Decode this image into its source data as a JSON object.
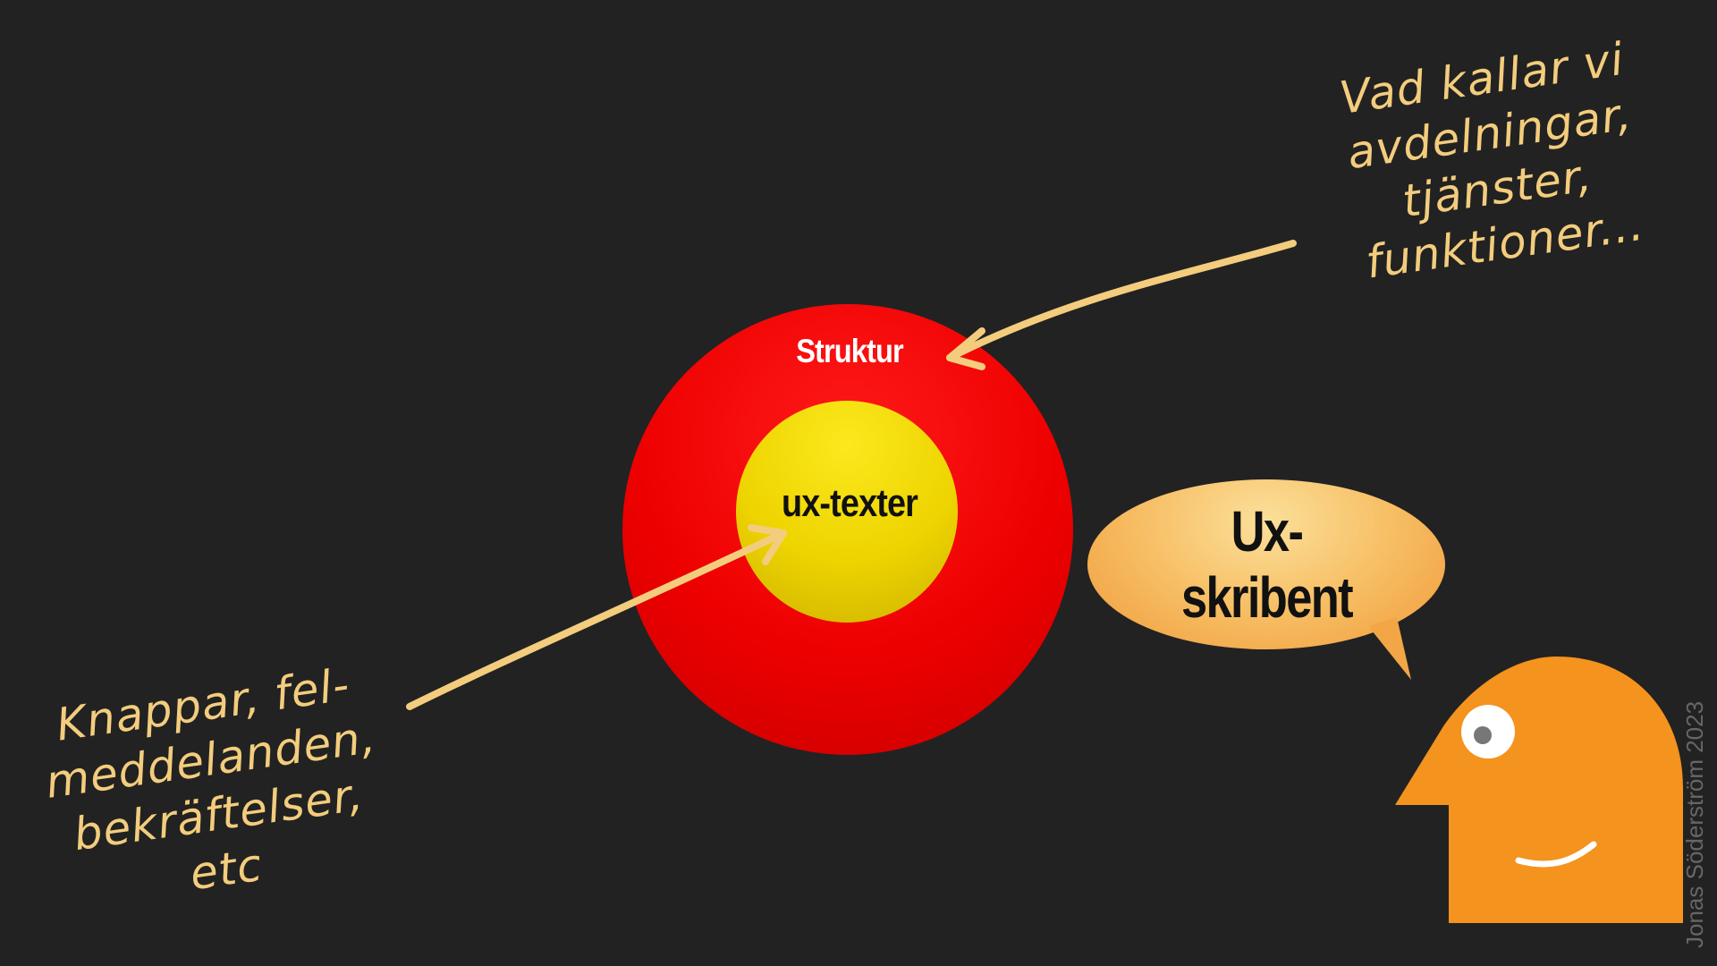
{
  "diagram": {
    "outer_label": "Struktur",
    "inner_label": "ux-texter",
    "speech_bubble": {
      "line1": "Ux-",
      "line2": "skribent"
    },
    "note_structure": "Vad kallar vi\navdelningar,\ntjänster,\nfunktioner...",
    "note_ux_texts": "Knappar, fel-\nmeddelanden,\nbekräftelser,\netc",
    "credit": "Jonas Söderström 2023"
  },
  "colors": {
    "background": "#222222",
    "outer_circle": "#ee0000",
    "inner_circle": "#eed400",
    "bubble": "#f7be64",
    "character": "#f4931e",
    "handwriting": "#f3cd7d"
  }
}
